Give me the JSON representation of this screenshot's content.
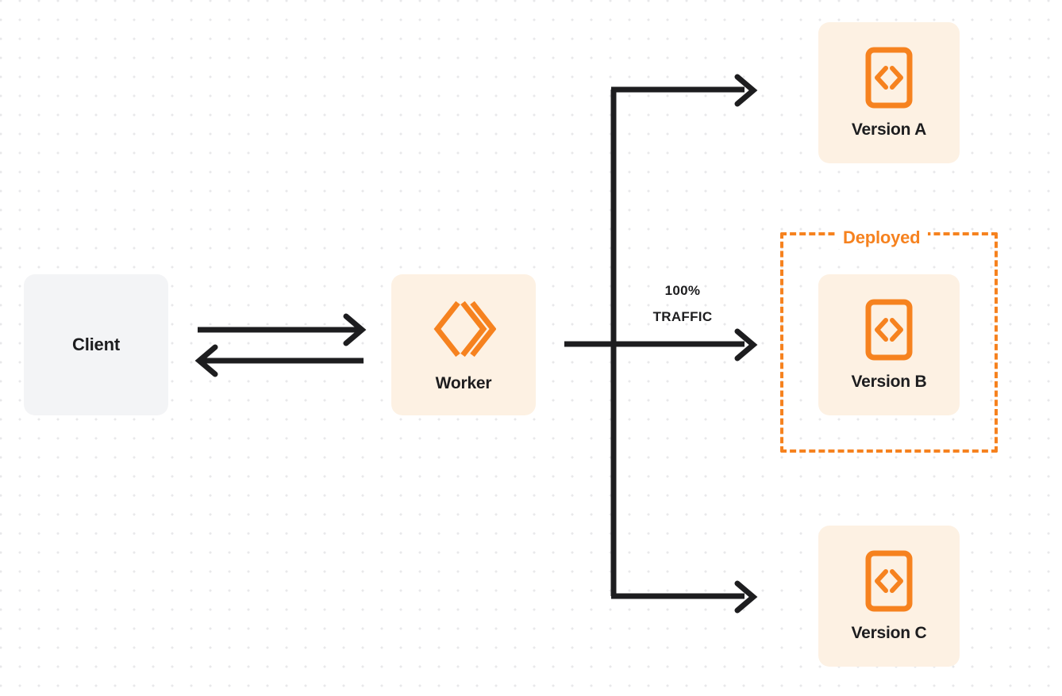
{
  "diagram": {
    "title": "Worker version routing",
    "colors": {
      "accent_orange": "#f6821f",
      "box_cream": "#fdf1e3",
      "box_gray": "#f3f4f6",
      "edge_dark": "#1d1d1f",
      "grid_dot": "#e8e8ea",
      "background": "#ffffff"
    }
  },
  "nodes": {
    "client": {
      "label": "Client"
    },
    "worker": {
      "label": "Worker",
      "icon": "workers-logo-icon"
    },
    "versions": [
      {
        "id": "a",
        "label": "Version A",
        "icon": "code-file-icon"
      },
      {
        "id": "b",
        "label": "Version B",
        "icon": "code-file-icon"
      },
      {
        "id": "c",
        "label": "Version C",
        "icon": "code-file-icon"
      }
    ]
  },
  "annotations": {
    "deployed_label": "Deployed",
    "traffic_percent": "100%",
    "traffic_word": "TRAFFIC"
  }
}
